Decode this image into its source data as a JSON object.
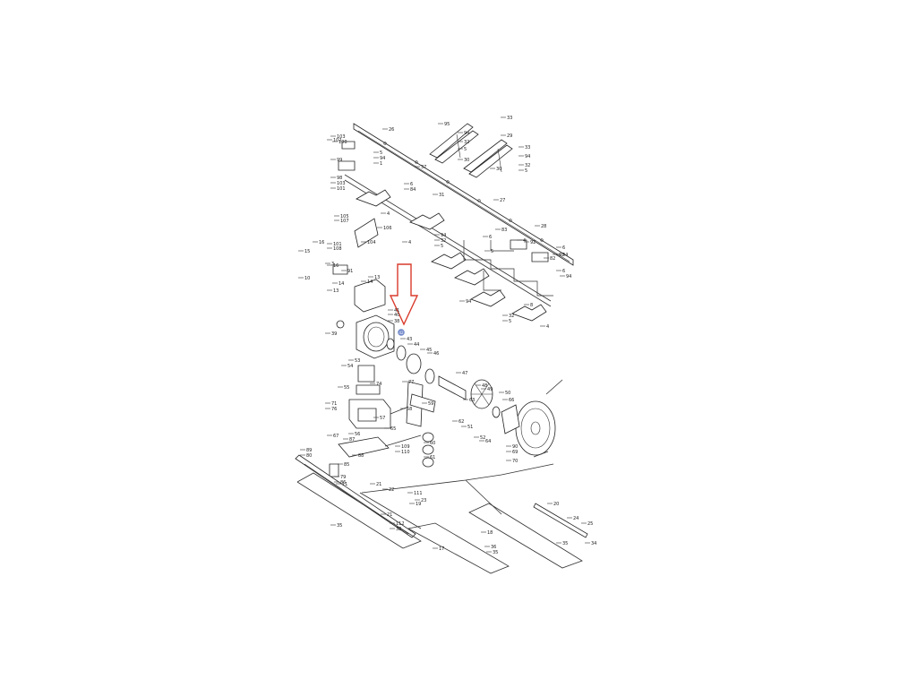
{
  "colors": {
    "line": "#333333",
    "arrow": "#d93a2b",
    "highlight": "#6f86c9"
  },
  "highlight_label": "42",
  "labels": [
    "26",
    "102",
    "103",
    "100",
    "5",
    "94",
    "99",
    "1",
    "98",
    "103",
    "101",
    "37",
    "95",
    "33",
    "94",
    "32",
    "5",
    "30",
    "29",
    "33",
    "94",
    "32",
    "5",
    "30",
    "6",
    "84",
    "31",
    "27",
    "4",
    "105",
    "107",
    "106",
    "104",
    "101",
    "108",
    "28",
    "4",
    "6",
    "94",
    "32",
    "5",
    "83",
    "5",
    "4",
    "92",
    "6",
    "94",
    "92",
    "82",
    "6",
    "94",
    "15",
    "16",
    "3",
    "10",
    "16",
    "91",
    "13",
    "14",
    "14",
    "13",
    "41",
    "40",
    "38",
    "8",
    "94",
    "32",
    "5",
    "4",
    "39",
    "43",
    "44",
    "45",
    "46",
    "53",
    "54",
    "47",
    "48",
    "49",
    "50",
    "55",
    "74",
    "77",
    "71",
    "76",
    "56",
    "57",
    "58",
    "59",
    "62",
    "51",
    "52",
    "64",
    "66",
    "60",
    "61",
    "67",
    "65",
    "87",
    "88",
    "89",
    "80",
    "79",
    "86",
    "85",
    "11",
    "19",
    "21",
    "22",
    "111",
    "23",
    "21",
    "112",
    "38",
    "35",
    "17",
    "18",
    "36",
    "35",
    "20",
    "24",
    "25",
    "34",
    "35",
    "69",
    "70",
    "90",
    "63",
    "110",
    "109"
  ]
}
